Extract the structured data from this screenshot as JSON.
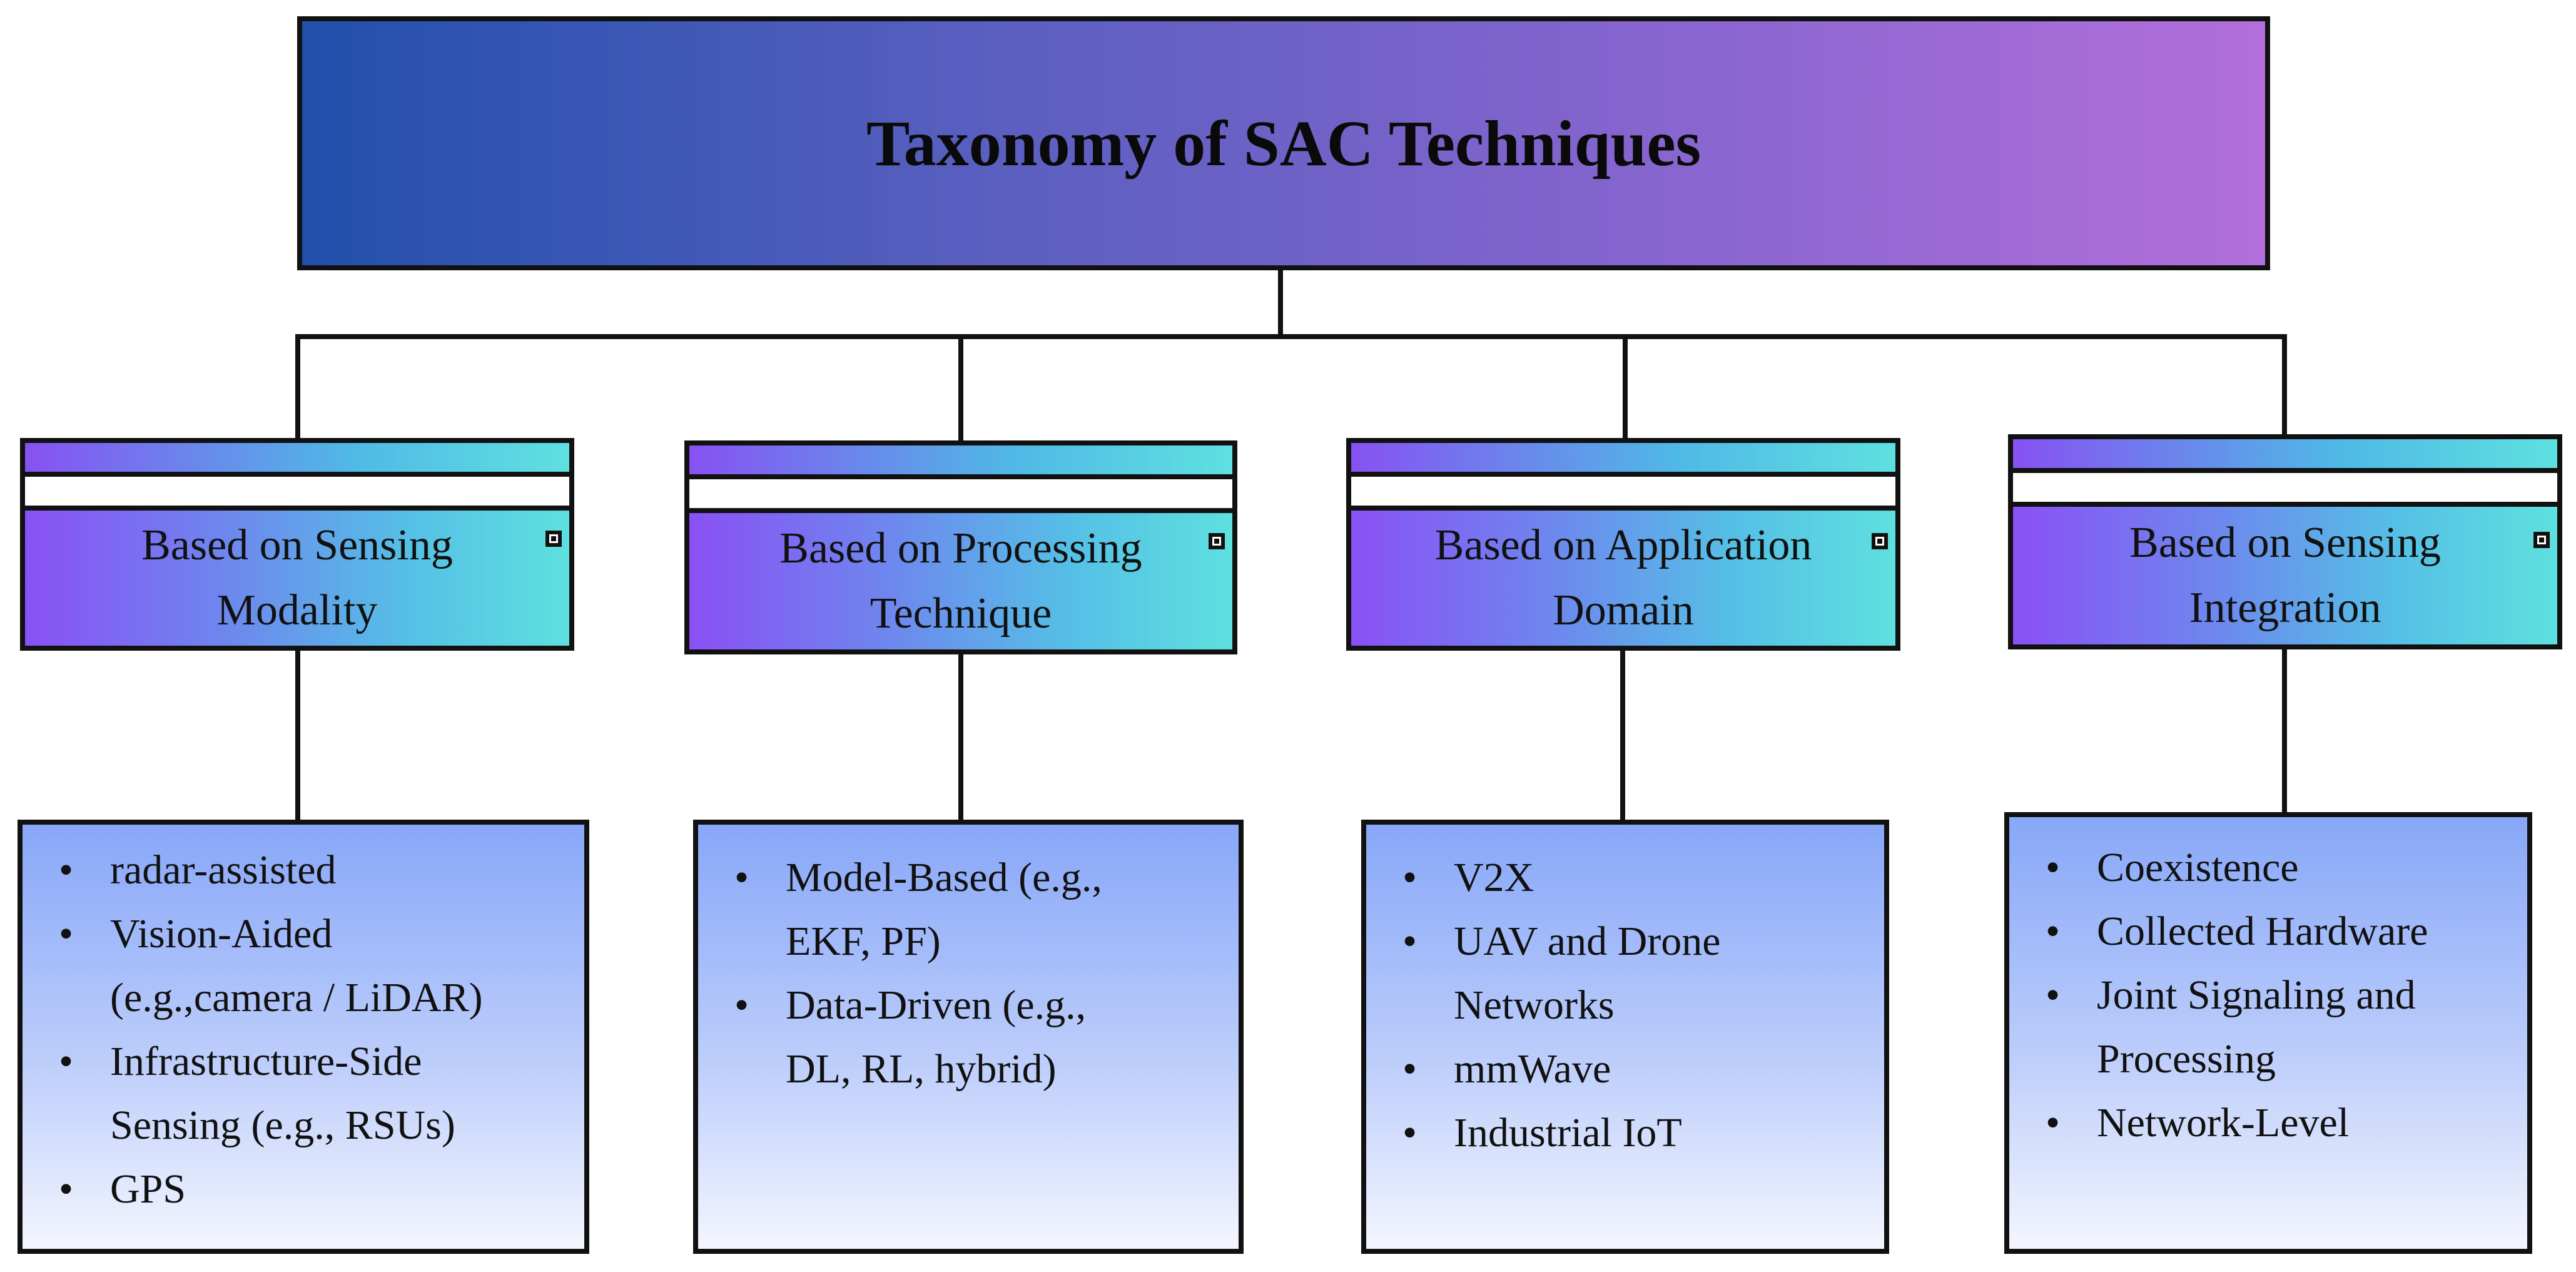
{
  "title": "Taxonomy of SAC Techniques",
  "categories": [
    {
      "label": "Based on Sensing Modality",
      "items": [
        "radar-assisted",
        "Vision-Aided (e.g.,camera / LiDAR)",
        "Infrastructure-Side Sensing (e.g., RSUs)",
        "GPS"
      ]
    },
    {
      "label": "Based on Processing Technique",
      "items": [
        "Model-Based (e.g., EKF, PF)",
        "Data-Driven (e.g., DL, RL, hybrid)"
      ]
    },
    {
      "label": "Based on Application Domain",
      "items": [
        "V2X",
        "UAV and Drone Networks",
        "mmWave",
        "Industrial IoT"
      ]
    },
    {
      "label": "Based on Sensing Integration",
      "items": [
        "Coexistence",
        "Collected Hardware",
        "Joint Signaling and Processing",
        "Network-Level"
      ]
    }
  ],
  "colors": {
    "title_gradient": [
      "#2150ab",
      "#b26fdb"
    ],
    "category_gradient": [
      "#8a50f5",
      "#5ee0df"
    ],
    "leaf_gradient": [
      "#88a7f8",
      "#f4f6fe"
    ],
    "outline": "#111111"
  }
}
